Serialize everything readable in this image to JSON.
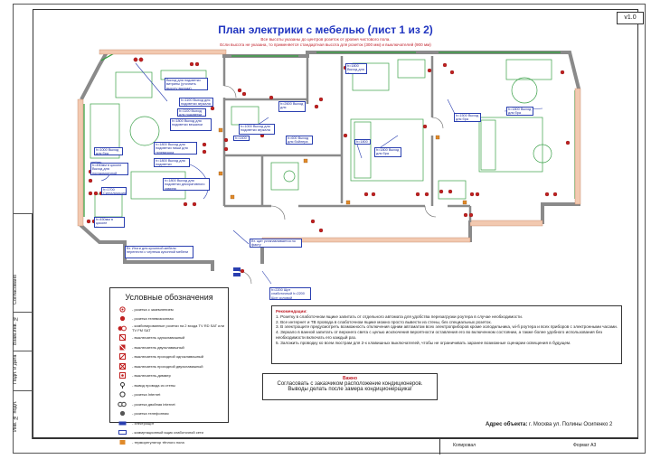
{
  "version": "v1.0",
  "title": "План электрики с мебелью (лист 1 из 2)",
  "subtitle_1": "Все высоты указаны до центров розеток от уровня чистового пола.",
  "subtitle_2": "Если высота не указана, то применяется стандартная высота для розеток (300 мм) и выключателей (900 мм)",
  "sidebar": {
    "agreed": "Согласовано",
    "replaces_inv": "Взам.инв. №",
    "sign_date": "Подп. и дата",
    "inv_orig": "Инв. № подл."
  },
  "callouts": [
    {
      "text": "Выход для подсветки витрины (уточнить высоту выхода)"
    },
    {
      "text": "h=1100 Выход для подсветки зеркала"
    },
    {
      "text": "h=1100 Выход для подсветки"
    },
    {
      "text": "h=1800 Выход для подсветки вешалки"
    },
    {
      "text": "h=1800 Выход для подсветки ниши для телевизора"
    },
    {
      "text": "h=1800 Выход для подсветки"
    },
    {
      "text": "h=1800 Выход для подсветки декоративного камина"
    },
    {
      "text": "h=1000 Выход для бра"
    },
    {
      "text": "h=450мм в цоколе Выход для посудомоечной машины"
    },
    {
      "text": "h=1700 Сигнализация"
    },
    {
      "text": "h=450мм в цоколе Холодильник"
    },
    {
      "text": "Вт. Итоги для кухонной мебели перенести с чертежа кухонной мебели"
    },
    {
      "text": "Вт. щит устанавливается по факту"
    },
    {
      "text": "h=2200 Щит слаботочный h=2200 Щит силовой"
    },
    {
      "text": "h=1800 Выход для бра"
    },
    {
      "text": "h=1500 Выход для бра"
    },
    {
      "text": "h=1800 Выход для бра"
    },
    {
      "text": "h=1000 Выход для подсветки зеркала"
    },
    {
      "text": "h=600 Выход для бойлера"
    },
    {
      "text": "h=2600 Выход для вентилятора"
    },
    {
      "text": "h=1400"
    },
    {
      "text": "h=1800"
    },
    {
      "text": "h=1800 Выход для бра"
    }
  ],
  "legend": {
    "title": "Условные обозначения",
    "items": [
      {
        "text": "- розетка с заземлением",
        "icon": "socket-icon"
      },
      {
        "text": "- розетка телевизионная",
        "icon": "tv-socket-icon"
      },
      {
        "text": "- комбинированные розетки на 2 входа TV RD SAT или TV FM SAT",
        "icon": "combo-socket-icon"
      },
      {
        "text": "- выключатель одноклавишный",
        "icon": "switch-1-icon"
      },
      {
        "text": "- выключатель двухклавишный",
        "icon": "switch-2-icon"
      },
      {
        "text": "- выключатель проходной одноклавишный",
        "icon": "pass-switch-1-icon"
      },
      {
        "text": "- выключатель проходной двухклавишный",
        "icon": "pass-switch-2-icon"
      },
      {
        "text": "- выключатель-диммер",
        "icon": "dimmer-icon"
      },
      {
        "text": "- вывод провода из стены",
        "icon": "wire-outlet-icon"
      },
      {
        "text": "- розетка Internet",
        "icon": "internet-socket-icon"
      },
      {
        "text": "- розетка двойная internet",
        "icon": "double-internet-icon"
      },
      {
        "text": "- розетка телефонная",
        "icon": "phone-socket-icon"
      },
      {
        "text": "- электрощит",
        "icon": "panel-icon"
      },
      {
        "text": "- коммутационный ящик слаботочной сети",
        "icon": "lowvoltage-box-icon"
      },
      {
        "text": "- терморегулятор тёплого пола",
        "icon": "thermostat-icon"
      }
    ]
  },
  "recommendations": {
    "title": "Рекомендации:",
    "items": [
      "1. Розетку в слаботочном ящике запитать от отдельного автомата для удобства перезагрузки роутера в случае необходимости.",
      "2. Все интернет и ТВ провода в слаботочном ящике можно просто вывести из стены, без специальных розеток.",
      "3. В электрощите предусмотреть возможность отключения одним автоматом всех электроприборов кроме холодильника, wi-fi роутера и всех приборов с электронными часами.",
      "4. Зеркало в ванной запитать от верхнего света с целью исключения вероятности оставления его во включенном состоянии, а также более удобного использования без необходимости включать его каждый раз.",
      "5. Заложить проводку ко всем люстрам для 2-х клавишных выключателей, чтобы не ограничивать заранее возможные сценарии освещения в будущем."
    ]
  },
  "important": {
    "title": "Важно",
    "line1": "Согласовать с заказчиком расположение кондиционеров.",
    "line2": "Выводы делать после замера кондиционерщика!"
  },
  "address": {
    "label": "Адрес объекта:",
    "value": "г. Москва ул. Полины Осипенко 2"
  },
  "stamp": {
    "copied": "Копировал",
    "format": "Формат А3"
  }
}
